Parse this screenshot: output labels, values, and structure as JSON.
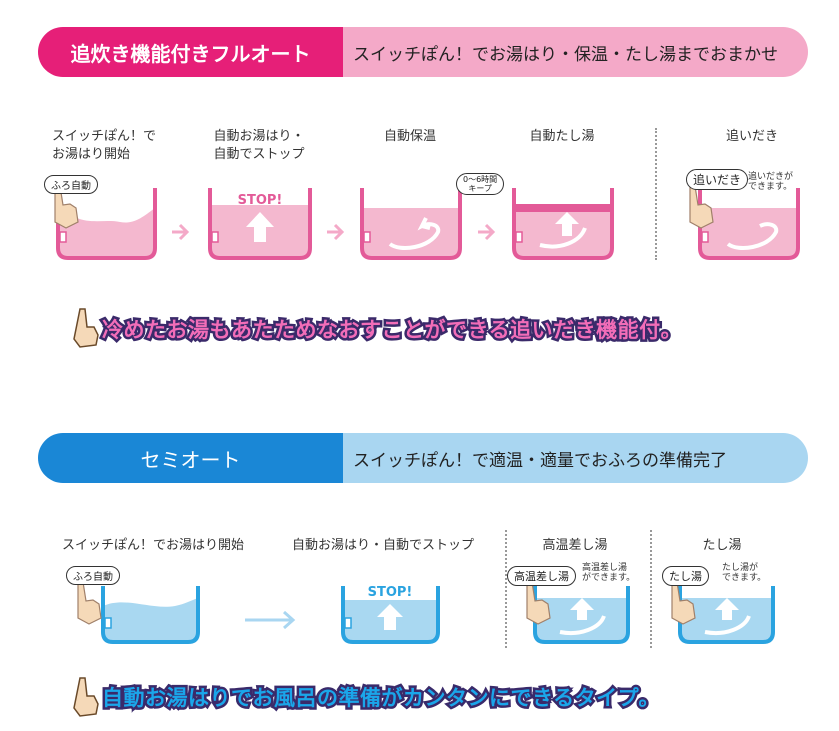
{
  "colors": {
    "full_auto_accent": "#e61f78",
    "full_auto_band": "#f4a9c8",
    "full_auto_water": "#f4b8cf",
    "semi_auto_accent": "#1a87d6",
    "semi_auto_band": "#a9d6f1",
    "semi_auto_water": "#a9d8f1",
    "slogan_outline": "#3a2a6a"
  },
  "full_auto": {
    "title": "追炊き機能付きフルオート",
    "tagline": "スイッチぽん！でお湯はり・保温・たし湯までおまかせ",
    "steps": [
      {
        "caption": "スイッチぽん！で\nお湯はり開始",
        "callout": "ふろ自動"
      },
      {
        "caption": "自動お湯はり・\n自動でストップ",
        "badge": "STOP!"
      },
      {
        "caption": "自動保温"
      },
      {
        "caption": "自動たし湯",
        "callout": "0～6時間\nキープ"
      },
      {
        "caption": "追いだき",
        "callout": "追いだき",
        "note": "追いだきが\nできます。"
      }
    ],
    "slogan": "冷めたお湯もあたためなおすことができる追いだき機能付。"
  },
  "semi_auto": {
    "title": "セミオート",
    "tagline": "スイッチぽん！で適温・適量でおふろの準備完了",
    "steps": [
      {
        "caption": "スイッチぽん！でお湯はり開始",
        "callout": "ふろ自動"
      },
      {
        "caption": "自動お湯はり・自動でストップ",
        "badge": "STOP!"
      },
      {
        "caption": "高温差し湯",
        "callout": "高温差し湯",
        "note": "高温差し湯\nができます。"
      },
      {
        "caption": "たし湯",
        "callout": "たし湯",
        "note": "たし湯が\nできます。"
      }
    ],
    "slogan": "自動お湯はりでお風呂の準備がカンタンにできるタイプ。"
  },
  "icons": [
    "hand-pointer-icon",
    "arrow-right-icon",
    "arrow-up-icon",
    "swirl-arrow-icon",
    "pointing-hand-mascot-icon"
  ]
}
